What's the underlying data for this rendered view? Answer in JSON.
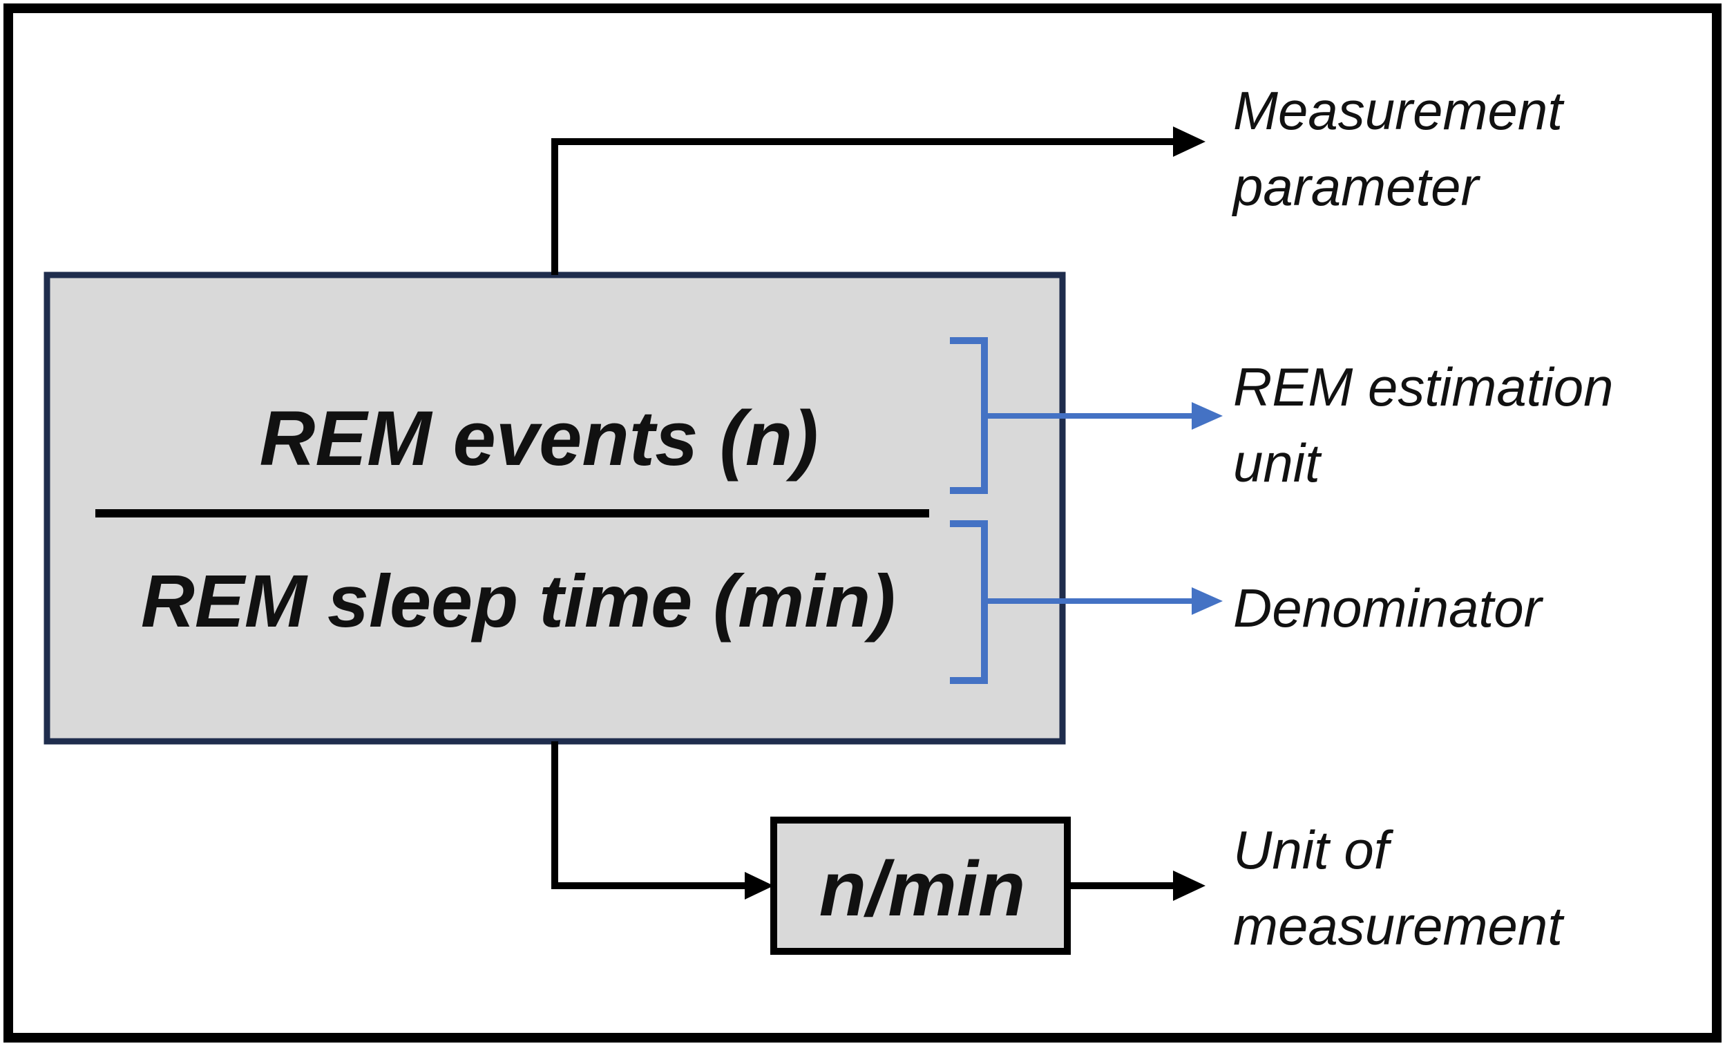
{
  "formula": {
    "numerator": "REM events (n)",
    "denominator": "REM sleep time (min)",
    "result": "n/min"
  },
  "labels": {
    "measurement_parameter_line1": "Measurement",
    "measurement_parameter_line2": "parameter",
    "rem_estimation_unit_line1": "REM estimation",
    "rem_estimation_unit_line2": "unit",
    "denominator": "Denominator",
    "unit_of_measurement_line1": "Unit of",
    "unit_of_measurement_line2": "measurement"
  },
  "colors": {
    "frame": "#000000",
    "box_fill": "#d9d9d9",
    "box_border": "#1f2d4d",
    "bracket": "#4472c4",
    "arrow": "#000000",
    "text": "#111111"
  }
}
